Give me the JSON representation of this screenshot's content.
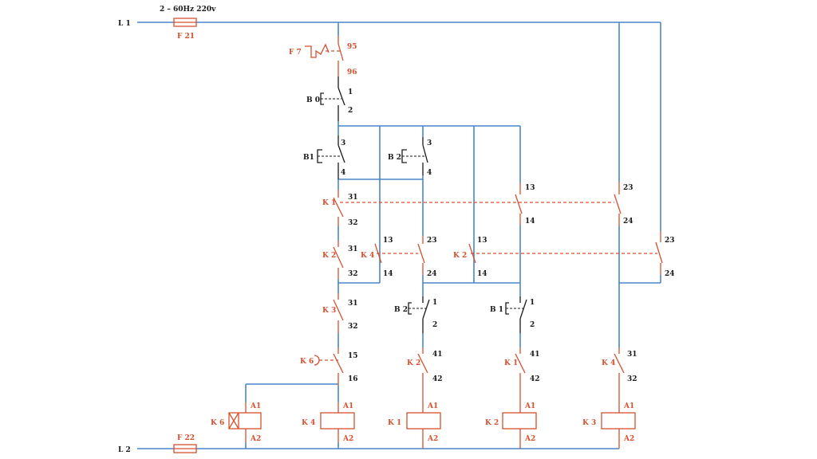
{
  "supply": {
    "line1": "L 1",
    "line2": "L 2",
    "spec": "2 – 60Hz  220v"
  },
  "fuses": {
    "f21": "F 21",
    "f22": "F 22"
  },
  "overload": {
    "name": "F 7",
    "t1": "95",
    "t2": "96"
  },
  "buttons": {
    "b0": {
      "name": "B 0",
      "t1": "1",
      "t2": "2"
    },
    "b1_start": {
      "name": "B1",
      "t1": "3",
      "t2": "4"
    },
    "b2_start": {
      "name": "B 2",
      "t1": "3",
      "t2": "4"
    },
    "b2_stop": {
      "name": "B 2",
      "t1": "1",
      "t2": "2"
    },
    "b1_stop": {
      "name": "B 1",
      "t1": "1",
      "t2": "2"
    }
  },
  "contacts": {
    "k1_nc": {
      "name": "K 1",
      "t1": "31",
      "t2": "32"
    },
    "k1_no": {
      "t1": "13",
      "t2": "14"
    },
    "k1_no2": {
      "t1": "23",
      "t2": "24"
    },
    "k2_nc": {
      "name": "K 2",
      "t1": "31",
      "t2": "32"
    },
    "k4_no": {
      "name": "K 4",
      "t1": "13",
      "t2": "14"
    },
    "k4_no2": {
      "t1": "23",
      "t2": "24"
    },
    "k2_no": {
      "name": "K 2",
      "t1": "13",
      "t2": "14"
    },
    "k2_no2": {
      "t1": "23",
      "t2": "24"
    },
    "k3_nc": {
      "name": "K 3",
      "t1": "31",
      "t2": "32"
    },
    "k6_timer": {
      "name": "K 6",
      "t1": "15",
      "t2": "16"
    },
    "k2_nc2": {
      "name": "K 2",
      "t1": "41",
      "t2": "42"
    },
    "k1_nc2": {
      "name": "K 1",
      "t1": "41",
      "t2": "42"
    },
    "k4_nc": {
      "name": "K 4",
      "t1": "31",
      "t2": "32"
    }
  },
  "coils": [
    {
      "name": "K 6",
      "a1": "A1",
      "a2": "A2"
    },
    {
      "name": "K 4",
      "a1": "A1",
      "a2": "A2"
    },
    {
      "name": "K 1",
      "a1": "A1",
      "a2": "A2"
    },
    {
      "name": "K 2",
      "a1": "A1",
      "a2": "A2"
    },
    {
      "name": "K 3",
      "a1": "A1",
      "a2": "A2"
    }
  ],
  "colors": {
    "wire": "#4a86c8",
    "device": "#d5502f",
    "button": "#1a1a1a"
  }
}
